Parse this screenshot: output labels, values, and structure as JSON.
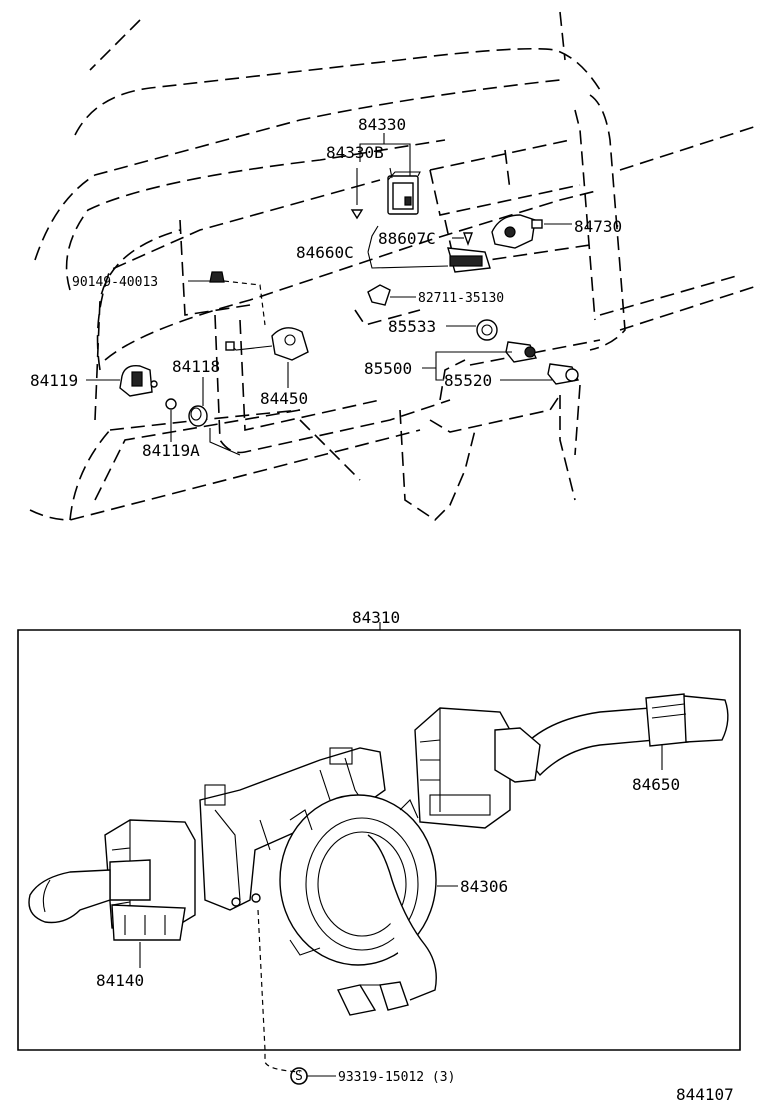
{
  "diagram": {
    "figure_number": "844107",
    "labels": {
      "p84330": "84330",
      "p84330b": "84330B",
      "p88607c": "88607C",
      "p84660c": "84660C",
      "p84730": "84730",
      "p9014940013": "90149-40013",
      "p8271135130": "82711-35130",
      "p85533": "85533",
      "p85500": "85500",
      "p85520": "85520",
      "p84119": "84119",
      "p84118": "84118",
      "p84450": "84450",
      "p84119a": "84119A",
      "p84310": "84310",
      "p84650": "84650",
      "p84306": "84306",
      "p84140": "84140",
      "p9331915012": "93319-15012 (3)",
      "screw_symbol": "S"
    }
  }
}
